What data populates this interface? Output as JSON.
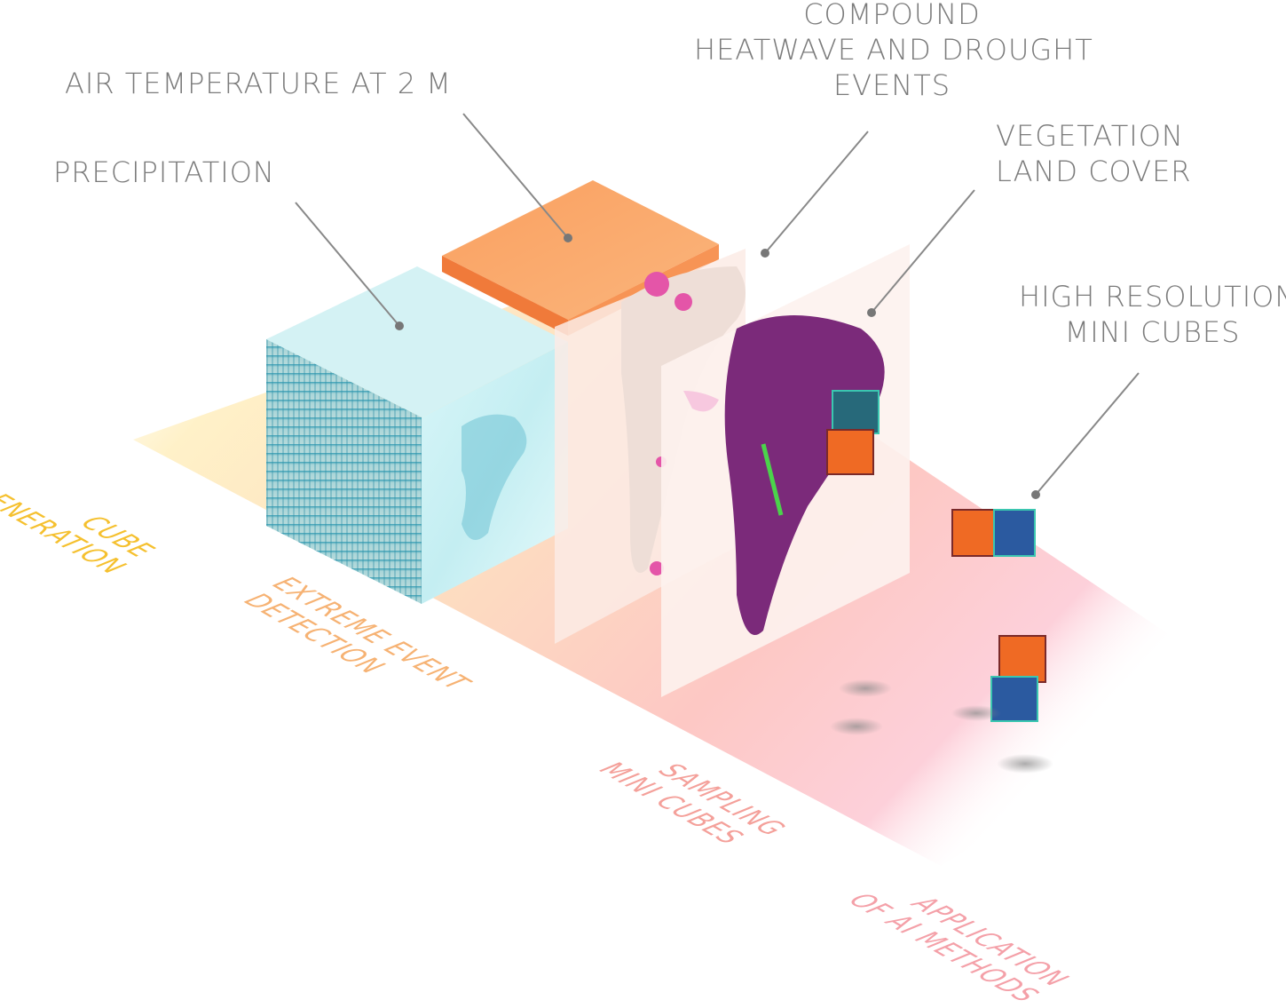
{
  "labels": {
    "precipitation": "PRECIPITATION",
    "air_temperature": "AIR TEMPERATURE AT 2 M",
    "compound_line1": "COMPOUND",
    "compound_line2": "HEATWAVE  AND DROUGHT",
    "compound_line3": "EVENTS",
    "vegetation_line1": "VEGETATION",
    "vegetation_line2": "LAND COVER",
    "minicubes_line1": "HIGH RESOLUTION",
    "minicubes_line2": "MINI CUBES"
  },
  "stages": [
    {
      "line1": "CUBE",
      "line2": "GENERATION",
      "color": "#f5c02e"
    },
    {
      "line1": "EXTREME EVENT",
      "line2": "DETECTION",
      "color": "#f6b273"
    },
    {
      "line1": "SAMPLING",
      "line2": "MINI CUBES",
      "color": "#f4a09a"
    },
    {
      "line1": "APPLICATION",
      "line2": "OF AI METHODS",
      "color": "#f4a0a8"
    }
  ]
}
